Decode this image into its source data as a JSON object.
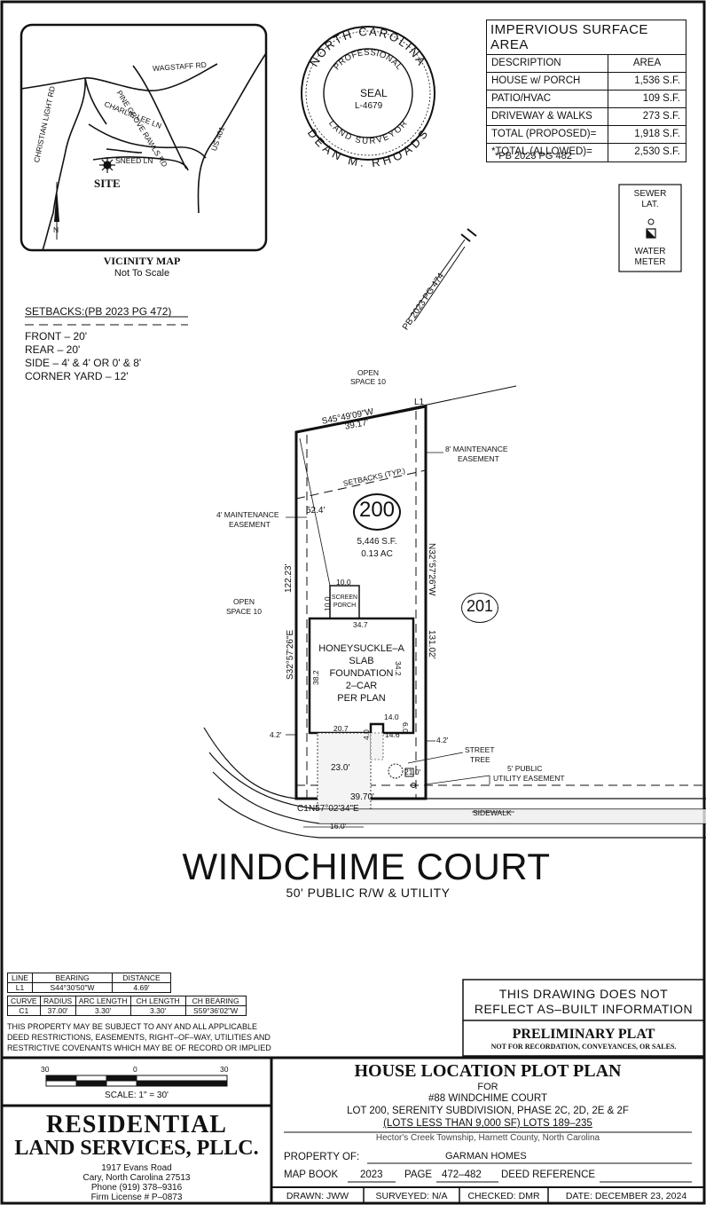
{
  "vicinity_map": {
    "roads": [
      "WAGSTAFF RD",
      "PINE GROVE RAWLS RD",
      "CHRISTIAN LIGHT RD",
      "CHARLIE LEE LN",
      "US 401",
      "SNEED LN"
    ],
    "site_label": "SITE",
    "north_label": "N",
    "title": "VICINITY MAP",
    "subtitle": "Not To Scale"
  },
  "seal": {
    "ring_top": "NORTH CAROLINA",
    "ring_inner": "PROFESSIONAL",
    "ring_bottom_inner": "LAND SURVEYOR",
    "ring_bottom": "DEAN M. RHOADS",
    "center_label": "SEAL",
    "number": "L-4679"
  },
  "impervious": {
    "title": "IMPERVIOUS SURFACE AREA",
    "headers": [
      "DESCRIPTION",
      "AREA"
    ],
    "rows": [
      {
        "desc": "HOUSE w/ PORCH",
        "area": "1,536 S.F."
      },
      {
        "desc": "PATIO/HVAC",
        "area": "109 S.F."
      },
      {
        "desc": "DRIVEWAY & WALKS",
        "area": "273 S.F."
      },
      {
        "desc": "TOTAL (PROPOSED)=",
        "area": "1,918 S.F."
      },
      {
        "desc": "*TOTAL (ALLOWED)=",
        "area": "2,530 S.F."
      }
    ],
    "footnote": "*PB 2023 PG 482"
  },
  "legend": {
    "sewer": "SEWER LAT.",
    "sewer_line1": "SEWER",
    "sewer_line2": "LAT.",
    "water_line1": "WATER",
    "water_line2": "METER"
  },
  "plat_ref": "PB 2023 PG 474",
  "setbacks": {
    "title": "SETBACKS:(PB 2023 PG 472)",
    "items": [
      "FRONT – 20'",
      "REAR – 20'",
      "SIDE – 4' & 4' OR 0' & 8'",
      "CORNER YARD – 12'"
    ]
  },
  "plan": {
    "open_space_top": [
      "OPEN",
      "SPACE 10"
    ],
    "open_space_left": [
      "OPEN",
      "SPACE 10"
    ],
    "rear_bearing": "S45°49'09\"W",
    "rear_distance": "39.17'",
    "l1": "L1",
    "maint_right": [
      "8' MAINTENANCE",
      "EASEMENT"
    ],
    "maint_left": [
      "4' MAINTENANCE",
      "EASEMENT"
    ],
    "setbacks_typ": "SETBACKS (TYP.)",
    "dim_52": "52.4'",
    "lot_number": "200",
    "lot_area_sf": "5,446 S.F.",
    "lot_area_ac": "0.13 AC",
    "adjacent_lot": "201",
    "left_bearing": "S32°57'26\"E",
    "left_distance": "122.23'",
    "right_bearing": "N32°57'26\"W",
    "right_distance": "131.02'",
    "porch_w": "10.0",
    "porch_h": "10.0",
    "porch_label": [
      "SCREEN",
      "PORCH"
    ],
    "house_w_top": "34.7",
    "house_right": "34.2",
    "house_left": "38.2",
    "house_label": [
      "HONEYSUCKLE–A",
      "SLAB",
      "FOUNDATION",
      "2–CAR",
      "PER PLAN"
    ],
    "dim_140": "14.0",
    "dim_207": "20.7",
    "dim_146": "14.6",
    "dim_60": "6.0",
    "dim_40": "4.0",
    "side_42_left": "4.2'",
    "side_42_right": "4.2'",
    "dim_230": "23.0'",
    "dim_210": "21.0'",
    "street_tree": [
      "STREET",
      "TREE"
    ],
    "utility_easement": [
      "5' PUBLIC",
      "UTILITY EASEMENT"
    ],
    "front_distance": "39.70'",
    "front_bearing": "N57°02'34\"E",
    "c1": "C1",
    "driveway_width": "16.0'",
    "sidewalk": "SIDEWALK"
  },
  "street": {
    "name": "WINDCHIME COURT",
    "subtitle": "50' PUBLIC R/W & UTILITY"
  },
  "line_table": {
    "headers": [
      "LINE",
      "BEARING",
      "DISTANCE"
    ],
    "rows": [
      [
        "L1",
        "S44°30'50\"W",
        "4.69'"
      ]
    ]
  },
  "curve_table": {
    "headers": [
      "CURVE",
      "RADIUS",
      "ARC LENGTH",
      "CH LENGTH",
      "CH BEARING"
    ],
    "rows": [
      [
        "C1",
        "37.00'",
        "3.30'",
        "3.30'",
        "S59°36'02\"W"
      ]
    ]
  },
  "disclaimer": [
    "THIS PROPERTY MAY BE SUBJECT TO ANY AND ALL APPLICABLE",
    "DEED RESTRICTIONS, EASEMENTS, RIGHT–OF–WAY, UTILITIES AND",
    "RESTRICTIVE COVENANTS WHICH MAY BE OF RECORD OR IMPLIED"
  ],
  "as_built": [
    "THIS DRAWING DOES NOT",
    "REFLECT AS–BUILT INFORMATION"
  ],
  "preliminary": {
    "title": "PRELIMINARY PLAT",
    "subtitle": "NOT FOR RECORDATION, CONVEYANCES, OR SALES."
  },
  "scale_bar": {
    "labels": [
      "30",
      "0",
      "30"
    ],
    "text": "SCALE: 1\" = 30'"
  },
  "company": {
    "name_line1": "RESIDENTIAL",
    "name_line2": "LAND SERVICES, PLLC.",
    "address1": "1917 Evans Road",
    "address2": "Cary, North Carolina 27513",
    "phone": "Phone (919) 378–9316",
    "license": "Firm License # P–0873"
  },
  "title_block": {
    "title": "HOUSE LOCATION PLOT PLAN",
    "for": "FOR",
    "address": "#88 WINDCHIME COURT",
    "lot_line": "LOT 200, SERENITY SUBDIVISION, PHASE 2C, 2D, 2E & 2F",
    "lots_line": "(LOTS LESS THAN 9,000 SF) LOTS 189–235",
    "location": "Hector's Creek Township, Harnett County, North Carolina",
    "property_of_label": "PROPERTY OF:",
    "property_of": "GARMAN HOMES",
    "map_book_label": "MAP BOOK",
    "map_book": "2023",
    "page_label": "PAGE",
    "page": "472–482",
    "deed_label": "DEED REFERENCE",
    "drawn": "DRAWN: JWW",
    "surveyed": "SURVEYED: N/A",
    "checked": "CHECKED: DMR",
    "date": "DATE: DECEMBER 23, 2024"
  }
}
